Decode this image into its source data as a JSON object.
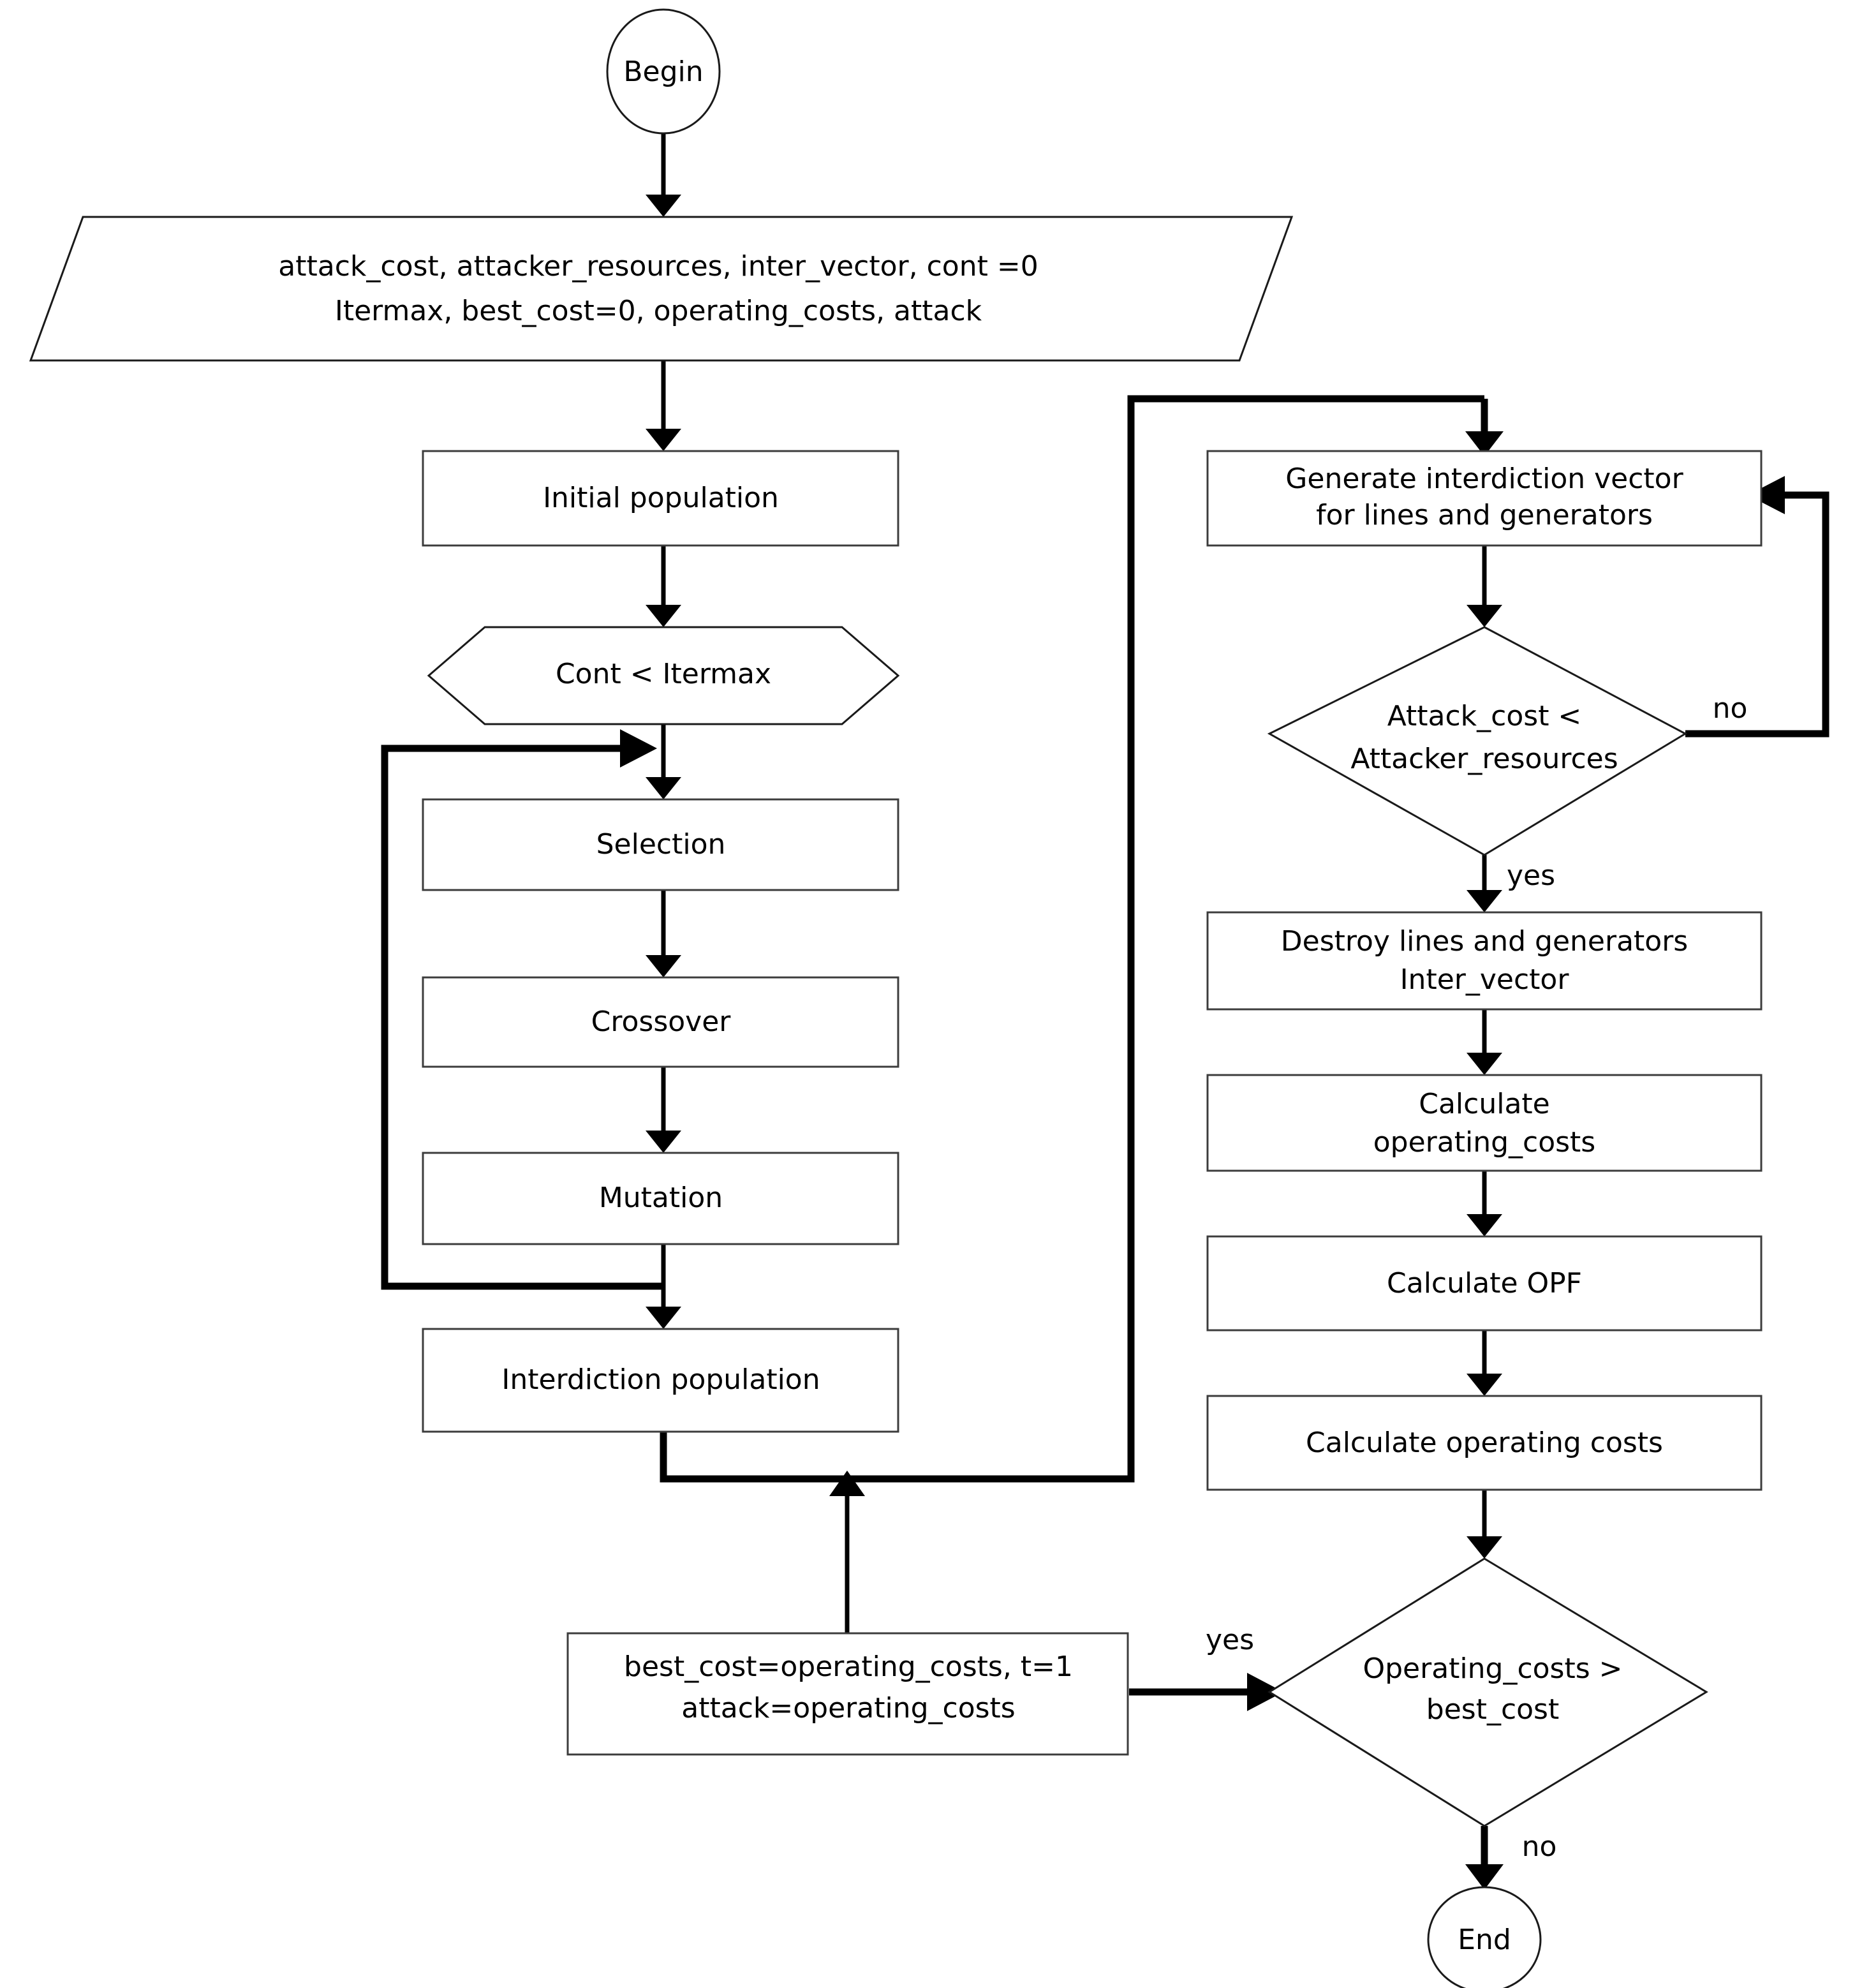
{
  "diagram": {
    "type": "flowchart",
    "title": "Genetic algorithm interdiction flowchart",
    "background_color": "#ffffff",
    "line_color": "#000000",
    "shape_fill": "#ffffff",
    "shape_stroke": "#3c3c3c"
  },
  "nodes": {
    "begin": {
      "shape": "ellipse",
      "label": "Begin"
    },
    "inputs": {
      "shape": "parallelogram",
      "line1": "attack_cost, attacker_resources, inter_vector, cont =0",
      "line2": "Itermax, best_cost=0, operating_costs, attack"
    },
    "initial_population": {
      "shape": "rectangle",
      "label": "Initial population"
    },
    "cont_itermax": {
      "shape": "hexagon",
      "label": "Cont < Itermax"
    },
    "selection": {
      "shape": "rectangle",
      "label": "Selection"
    },
    "crossover": {
      "shape": "rectangle",
      "label": "Crossover"
    },
    "mutation": {
      "shape": "rectangle",
      "label": "Mutation"
    },
    "interdiction_population": {
      "shape": "rectangle",
      "label": "Interdiction population"
    },
    "generate_vector": {
      "shape": "rectangle",
      "line1": "Generate  interdiction vector",
      "line2": "for lines and generators"
    },
    "attack_cost_check": {
      "shape": "diamond",
      "line1": "Attack_cost  <",
      "line2": "Attacker_resources"
    },
    "destroy": {
      "shape": "rectangle",
      "line1": "Destroy lines and generators",
      "line2": "Inter_vector"
    },
    "calculate_operating_costs": {
      "shape": "rectangle",
      "line1": "Calculate",
      "line2": "operating_costs"
    },
    "calculate_opf": {
      "shape": "rectangle",
      "label": "Calculate OPF"
    },
    "calculate_operating_costs_2": {
      "shape": "rectangle",
      "label": "Calculate operating costs"
    },
    "operating_vs_best": {
      "shape": "diamond",
      "line1": "Operating_costs >",
      "line2": "best_cost"
    },
    "best_cost_assign": {
      "shape": "rectangle",
      "line1": "best_cost=operating_costs, t=1",
      "line2": "attack=operating_costs"
    },
    "end": {
      "shape": "ellipse",
      "label": "End"
    }
  },
  "edge_labels": {
    "attack_cost_no": "no",
    "attack_cost_yes": "yes",
    "operating_yes": "yes",
    "operating_no": "no"
  }
}
